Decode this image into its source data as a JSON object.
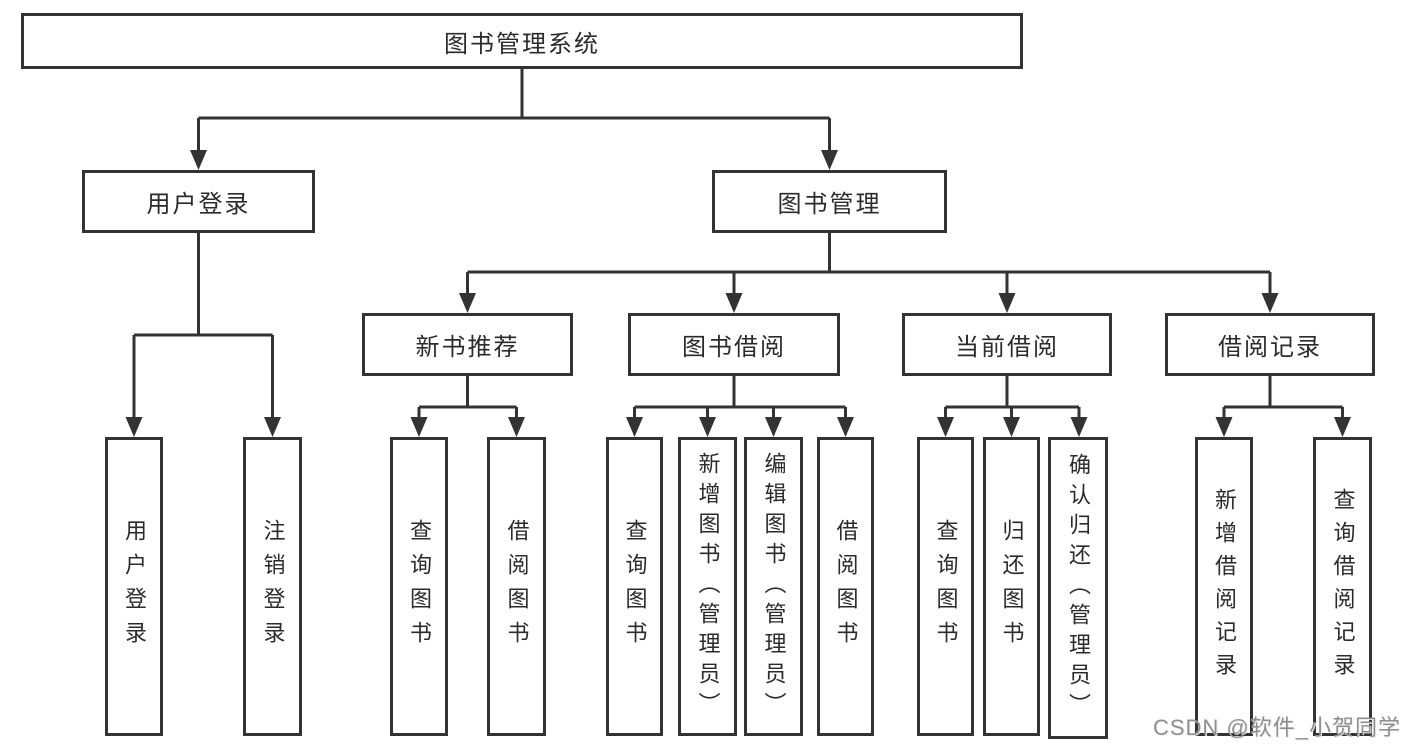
{
  "diagram_title": "图书管理系统",
  "tree": {
    "root": {
      "label": "图书管理系统"
    },
    "branches": [
      {
        "label": "用户登录",
        "children": [
          {
            "label": "用户登录"
          },
          {
            "label": "注销登录"
          }
        ]
      },
      {
        "label": "图书管理",
        "children": [
          {
            "label": "新书推荐",
            "children": [
              {
                "label": "查询图书"
              },
              {
                "label": "借阅图书"
              }
            ]
          },
          {
            "label": "图书借阅",
            "children": [
              {
                "label": "查询图书"
              },
              {
                "label": "新增图书（管理员）"
              },
              {
                "label": "编辑图书（管理员）"
              },
              {
                "label": "借阅图书"
              }
            ]
          },
          {
            "label": "当前借阅",
            "children": [
              {
                "label": "查询图书"
              },
              {
                "label": "归还图书"
              },
              {
                "label": "确认归还（管理员）"
              }
            ]
          },
          {
            "label": "借阅记录",
            "children": [
              {
                "label": "新增借阅记录"
              },
              {
                "label": "查询借阅记录"
              }
            ]
          }
        ]
      }
    ]
  },
  "watermark": {
    "text": "CSDN @软件_小贺同学"
  },
  "colors": {
    "line": "#333333",
    "box_border": "#333333",
    "box_fill": "#ffffff",
    "text": "#2b2b2b",
    "watermark": "#8f8f8f",
    "background": "#ffffff"
  }
}
